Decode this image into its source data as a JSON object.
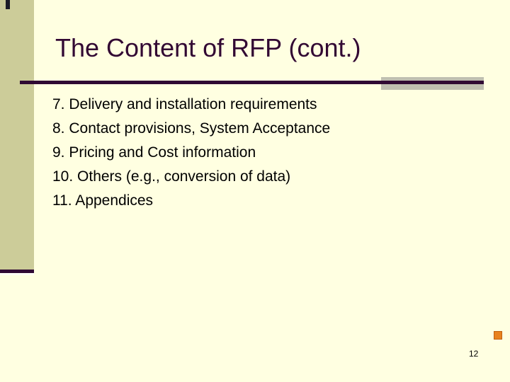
{
  "slide": {
    "title": "The Content of RFP (cont.)",
    "body_items": [
      "7. Delivery and installation requirements",
      "8. Contact provisions, System Acceptance",
      "9. Pricing and Cost information",
      "10. Others (e.g., conversion of data)",
      "11. Appendices"
    ],
    "page_number": "12",
    "colors": {
      "background": "#FFFFE1",
      "sidebar": "#CCCC99",
      "title_text": "#320833",
      "rule": "#300A33",
      "rule_tab_gray": "#BFBFB0",
      "body_text": "#000000",
      "orange_marker": "#E8821E",
      "corner_mark": "#1B1B26"
    }
  }
}
